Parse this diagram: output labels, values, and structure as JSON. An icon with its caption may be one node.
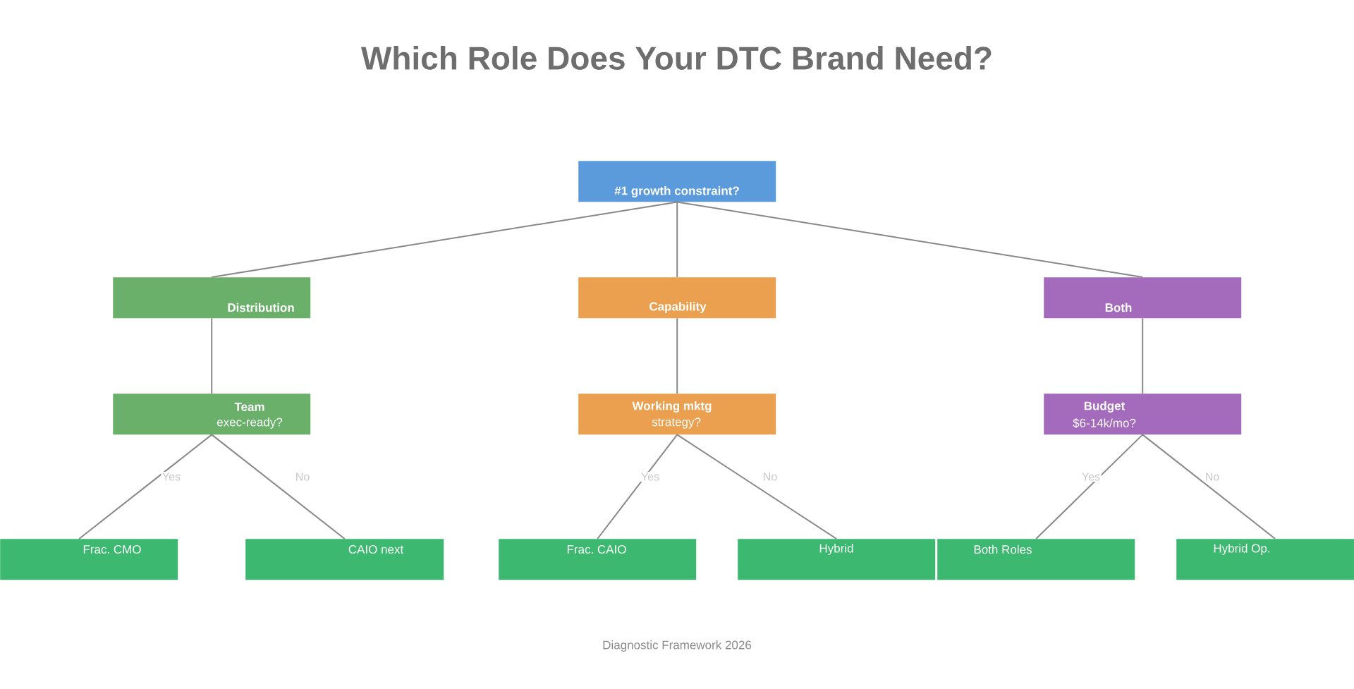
{
  "diagram": {
    "title": "Which Role Does Your DTC Brand Need?",
    "nodes": [
      {
        "text": [
          "#1 growth constraint?"
        ]
      },
      {
        "text": [
          "Distribution"
        ]
      },
      {
        "text": [
          "Capability"
        ]
      },
      {
        "text": [
          "Both"
        ]
      },
      {
        "text": [
          "Team",
          "exec-ready?"
        ]
      },
      {
        "text": [
          "Working mktg",
          "strategy?"
        ]
      },
      {
        "text": [
          "Budget",
          "$6-14k/mo?"
        ]
      },
      {
        "text": [
          "Frac. CMO"
        ]
      },
      {
        "text": [
          "CAIO next"
        ]
      },
      {
        "text": [
          "Frac. CAIO"
        ]
      },
      {
        "text": [
          "Hybrid"
        ]
      },
      {
        "text": [
          "Both Roles"
        ]
      },
      {
        "text": [
          "Hybrid Op."
        ]
      }
    ],
    "edges": [
      {
        "from": 0,
        "to": 1,
        "arrow": "none"
      },
      {
        "from": 0,
        "to": 2,
        "arrow": "none"
      },
      {
        "from": 0,
        "to": 3,
        "arrow": "none"
      },
      {
        "from": 1,
        "to": 4,
        "arrow": "none"
      },
      {
        "from": 2,
        "to": 5,
        "arrow": "none"
      },
      {
        "from": 3,
        "to": 6,
        "arrow": "none"
      },
      {
        "from": 4,
        "to": 7,
        "arrow": "none",
        "label": "Yes"
      },
      {
        "from": 4,
        "to": 8,
        "arrow": "none",
        "label": "No"
      },
      {
        "from": 5,
        "to": 9,
        "arrow": "none",
        "label": "Yes"
      },
      {
        "from": 5,
        "to": 10,
        "arrow": "none",
        "label": "No"
      },
      {
        "from": 6,
        "to": 11,
        "arrow": "none",
        "label": "Yes"
      },
      {
        "from": 6,
        "to": 12,
        "arrow": "none",
        "label": "No"
      }
    ],
    "caption": "Diagnostic Framework 2026"
  }
}
